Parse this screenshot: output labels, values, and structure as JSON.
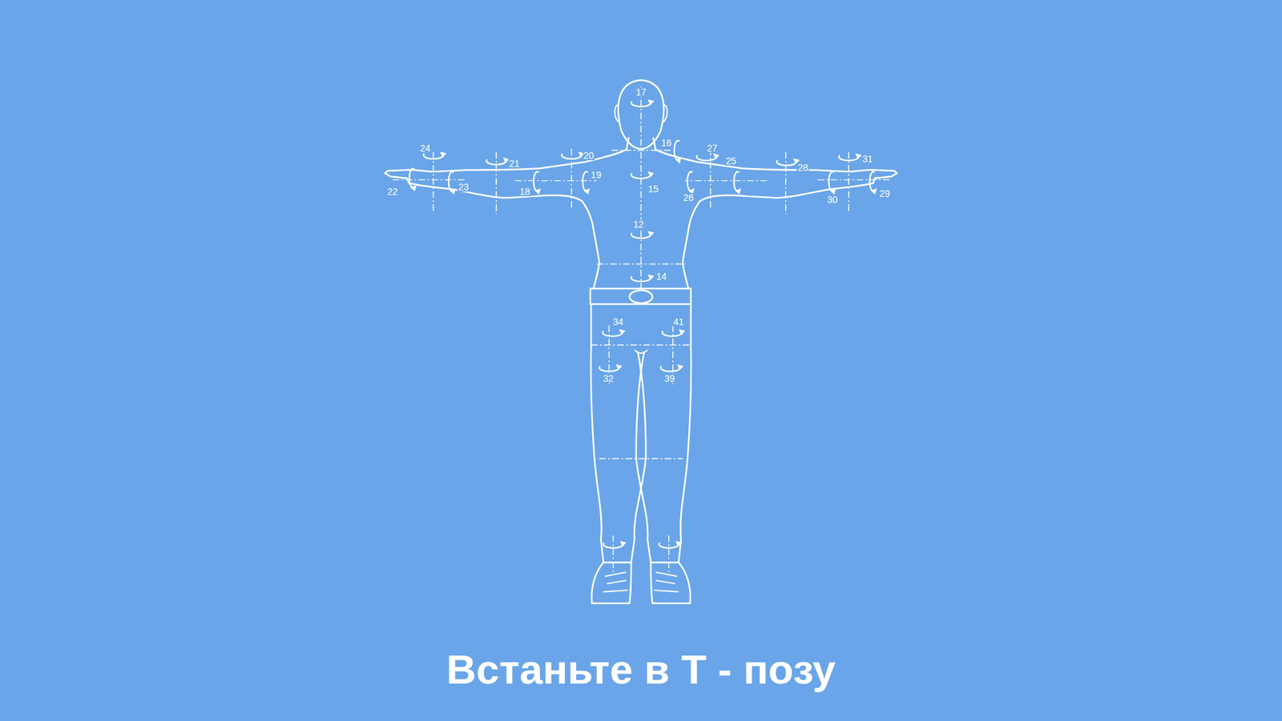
{
  "diagram": {
    "caption": "Встаньте в Т - позу",
    "labels": [
      "17",
      "24",
      "21",
      "20",
      "16",
      "27",
      "25",
      "28",
      "31",
      "22",
      "23",
      "18",
      "19",
      "15",
      "26",
      "30",
      "29",
      "12",
      "14",
      "34",
      "41",
      "32",
      "39"
    ]
  }
}
